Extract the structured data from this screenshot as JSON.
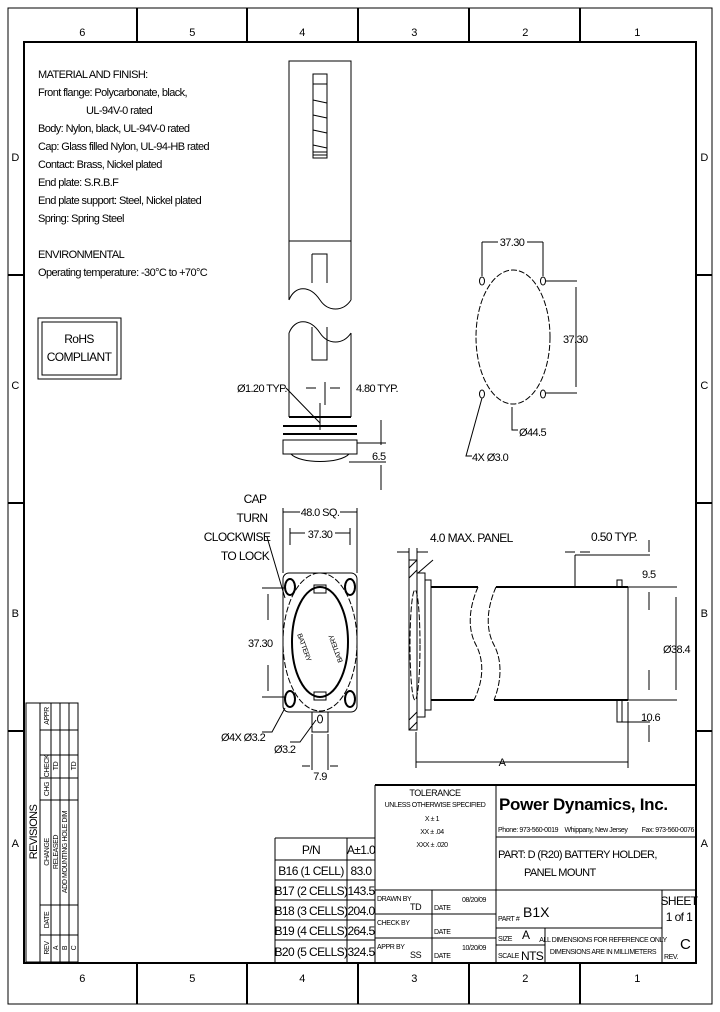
{
  "zones": {
    "columns": [
      "6",
      "5",
      "4",
      "3",
      "2",
      "1"
    ],
    "rows": [
      "D",
      "C",
      "B",
      "A"
    ]
  },
  "notes": {
    "material_heading": "MATERIAL AND FINISH:",
    "material_lines": [
      "Front flange: Polycarbonate, black,",
      "UL-94V-0 rated",
      "Body: Nylon, black, UL-94V-0 rated",
      "Cap: Glass filled Nylon, UL-94-HB rated",
      "Contact: Brass, Nickel plated",
      "End plate: S.R.B.F",
      "End plate support: Steel, Nickel plated",
      "Spring: Spring Steel"
    ],
    "environmental_heading": "ENVIRONMENTAL",
    "environmental_line": "Operating temperature: -30°C to +70°C"
  },
  "rohs": {
    "line1": "RoHS",
    "line2": "COMPLIANT"
  },
  "dimensions": {
    "pin_dia": "Ø1.20 TYP.",
    "pin_spacing": "4.80 TYP.",
    "flange_thickness": "6.5",
    "cutout_spacing_h": "37.30",
    "cutout_spacing_v": "37.30",
    "cutout_dia": "Ø44.5",
    "cutout_holes": "4X Ø3.0",
    "cap_note": [
      "CAP",
      "TURN",
      "CLOCKWISE",
      "TO LOCK"
    ],
    "flange_square": "48.0 SQ.",
    "hole_spacing_h": "37.30",
    "hole_spacing_v": "37.30",
    "mount_holes": "Ø4X Ø3.2",
    "tab_hole": "Ø3.2",
    "tab_width": "7.9",
    "panel_max": "4.0 MAX. PANEL",
    "contact_thk": "0.50 TYP.",
    "dim_95": "9.5",
    "body_dia": "Ø38.4",
    "dim_106": "10.6",
    "length_label": "A",
    "cap_text": "BATTERY"
  },
  "pn_table": {
    "headers": [
      "P/N",
      "A±1.0"
    ],
    "rows": [
      [
        "B16 (1 CELL)",
        "83.0"
      ],
      [
        "B17 (2 CELLS)",
        "143.5"
      ],
      [
        "B18 (3 CELLS)",
        "204.0"
      ],
      [
        "B19 (4 CELLS)",
        "264.5"
      ],
      [
        "B20 (5 CELLS)",
        "324.5"
      ]
    ]
  },
  "tolerance": {
    "title": "TOLERANCE",
    "subtitle": "UNLESS OTHERWISE SPECIFIED",
    "lines": [
      "X  ±  1",
      "XX  ±  .04",
      "XXX  ±  .020"
    ]
  },
  "approvals": {
    "drawn_label": "DRAWN BY",
    "drawn_by": "TD",
    "drawn_date_label": "DATE",
    "drawn_date": "08/20/09",
    "check_label": "CHECK BY",
    "check_date_label": "DATE",
    "appr_label": "APPR BY",
    "appr_by": "SS",
    "appr_date_label": "DATE",
    "appr_date": "10/20/09"
  },
  "title_block": {
    "company": "Power Dynamics, Inc.",
    "phone": "Phone: 973-560-0019",
    "location": "Whippany, New Jersey",
    "fax": "Fax: 973-560-0076",
    "part_line1": "PART: D (R20) BATTERY HOLDER,",
    "part_line2": "PANEL MOUNT",
    "part_no_label": "PART #",
    "part_no": "B1X",
    "sheet_label": "SHEET",
    "sheet_value": "1 of 1",
    "size_label": "SIZE",
    "size_value": "A",
    "scale_label": "SCALE",
    "scale_value": "NTS",
    "notice_line1": "ALL DIMENSIONS FOR REFERENCE ONLY",
    "notice_line2": "DIMENSIONS ARE IN MILLIMETERS",
    "rev_label": "REV.",
    "rev_value": "C"
  },
  "revisions": {
    "title": "REVISIONS",
    "headers": [
      "REV",
      "DATE",
      "CHANGE",
      "CHG",
      "CHECK",
      "APPR"
    ],
    "rows": [
      [
        "A",
        "",
        "RELEASED",
        "",
        "TD",
        ""
      ],
      [
        "B",
        "",
        "ADD MOUNTING HOLE DIM",
        "",
        "",
        ""
      ],
      [
        "C",
        "",
        "",
        "",
        "TD",
        ""
      ]
    ]
  }
}
